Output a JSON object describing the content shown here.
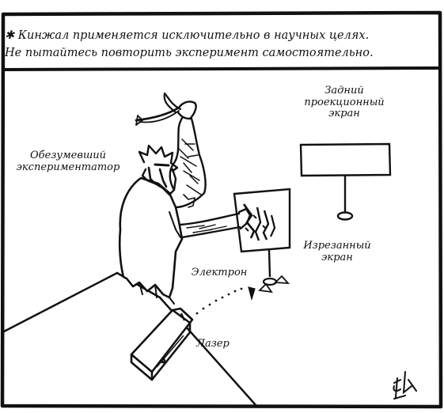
{
  "panel": {
    "disclaimer_line1": "✱ Кинжал применяется исключительно в научных целях.",
    "disclaimer_line2": "Не пытайтесь повторить эксперимент самостоятельно."
  },
  "labels": {
    "experimenter": "Обезумевший\nэкспериментатор",
    "rear_screen": "Задний\nпроекционный\nэкран",
    "cut_screen": "Изрезанный\nэкран",
    "electron": "Электрон",
    "laser": "Лазер"
  },
  "signature": "jk",
  "colors": {
    "ink": "#111111",
    "paper": "#ffffff"
  }
}
